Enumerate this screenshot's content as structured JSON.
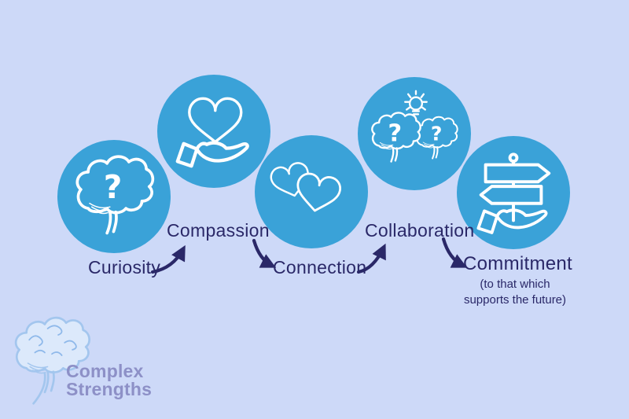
{
  "colors": {
    "background": "#cdd9f8",
    "circle": "#3aa2d8",
    "icon_stroke": "#ffffff",
    "text": "#2a2868",
    "logo_text": "#8d90c7",
    "logo_brain_stroke": "#a3c6ee",
    "logo_brain_fill": "#dce9fb",
    "logo_brain_accent": "#8fb9ea"
  },
  "diagram": {
    "question_mark": "?",
    "steps": [
      {
        "label": "Curiosity",
        "icon": "brain-question-icon"
      },
      {
        "label": "Compassion",
        "icon": "heart-in-hand-icon"
      },
      {
        "label": "Connection",
        "icon": "two-hearts-icon"
      },
      {
        "label": "Collaboration",
        "icon": "two-brains-lightbulb-icon"
      },
      {
        "label": "Commitment",
        "icon": "signpost-in-hand-icon",
        "sublabel_line1": "(to that which",
        "sublabel_line2": "supports the future)"
      }
    ]
  },
  "logo": {
    "line1": "Complex",
    "line2": "Strengths"
  }
}
